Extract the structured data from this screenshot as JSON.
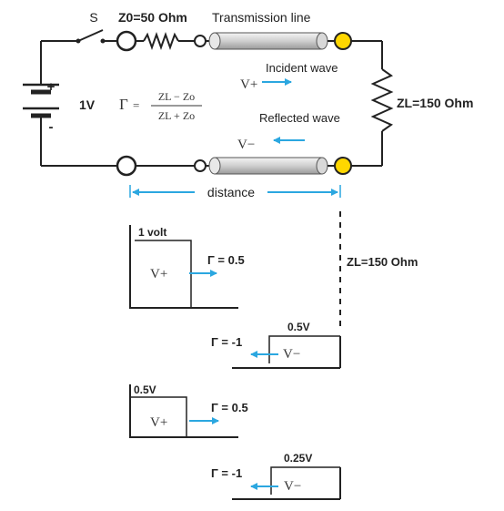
{
  "circuit": {
    "switch_label": "S",
    "source_impedance_label": "Z0=50 Ohm",
    "line_label": "Transmission line",
    "source_voltage_label": "1V",
    "plus_sign": "+",
    "minus_sign": "-",
    "load_label": "ZL=150 Ohm",
    "incident_label": "Incident wave",
    "reflected_label": "Reflected wave",
    "distance_label": "distance",
    "v_plus": "V+",
    "v_minus": "V−",
    "formula": {
      "gamma": "Γ",
      "equals": "=",
      "numerator": "ZL − Zo",
      "denominator": "ZL + Zo"
    }
  },
  "diagram": {
    "load_marker_label": "ZL=150 Ohm",
    "pulses": [
      {
        "amplitude_label": "1 volt",
        "gamma_label": "Γ = 0.5",
        "wave_label": "V+",
        "direction": "right"
      },
      {
        "amplitude_label": "0.5V",
        "gamma_label": "Γ = -1",
        "wave_label": "V−",
        "direction": "left"
      },
      {
        "amplitude_label": "0.5V",
        "gamma_label": "Γ = 0.5",
        "wave_label": "V+",
        "direction": "right"
      },
      {
        "amplitude_label": "0.25V",
        "gamma_label": "Γ = -1",
        "wave_label": "V−",
        "direction": "left"
      }
    ]
  },
  "colors": {
    "arrow": "#2ba7e0",
    "node_fill": "#ffd700",
    "line": "#222222"
  }
}
